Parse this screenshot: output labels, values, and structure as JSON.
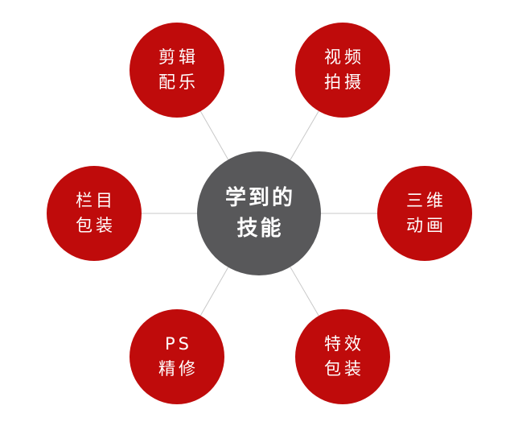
{
  "diagram": {
    "type": "hub-and-spoke",
    "colors": {
      "background": "#ffffff",
      "hub_fill": "#58585a",
      "node_fill": "#bf0b0b",
      "text": "#ffffff",
      "connector": "#c8c8c8"
    },
    "hub": {
      "line1": "学到的",
      "line2": "技能"
    },
    "nodes": [
      {
        "position": "top-left",
        "line1": "剪辑",
        "line2": "配乐"
      },
      {
        "position": "top-right",
        "line1": "视频",
        "line2": "拍摄"
      },
      {
        "position": "middle-left",
        "line1": "栏目",
        "line2": "包装"
      },
      {
        "position": "middle-right",
        "line1": "三维",
        "line2": "动画"
      },
      {
        "position": "bottom-left",
        "line1": "PS",
        "line2": "精修"
      },
      {
        "position": "bottom-right",
        "line1": "特效",
        "line2": "包装"
      }
    ]
  }
}
